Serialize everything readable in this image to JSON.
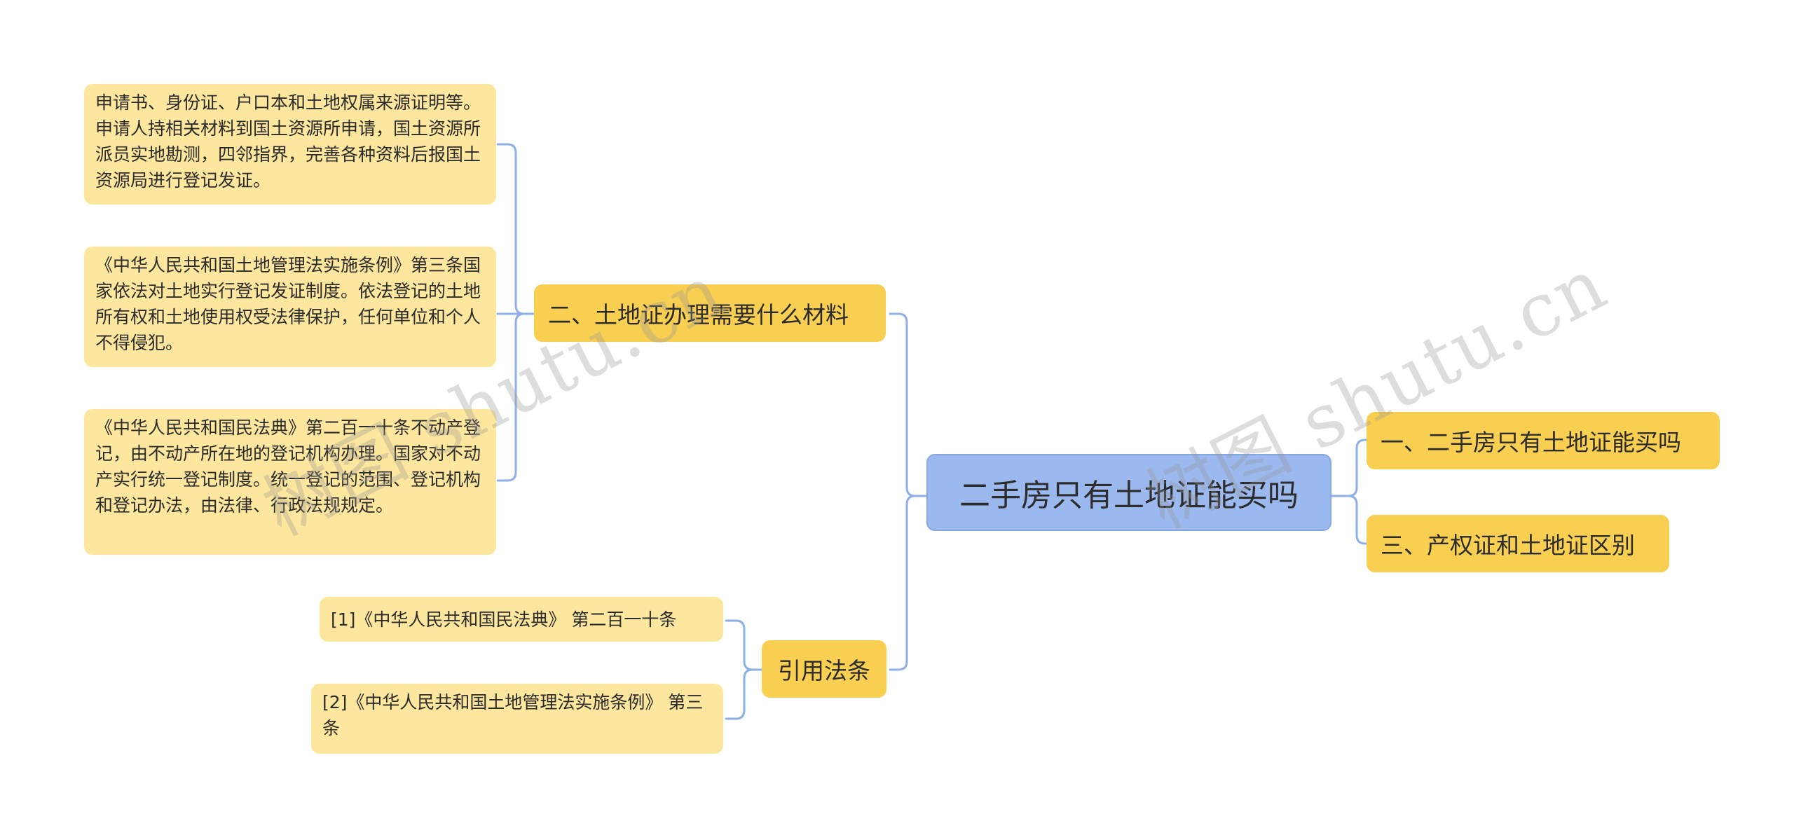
{
  "root": {
    "label": "二手房只有土地证能买吗"
  },
  "branches": {
    "materials": {
      "label": "二、土地证办理需要什么材料"
    },
    "law": {
      "label": "引用法条"
    },
    "right1": {
      "label": "一、二手房只有土地证能买吗"
    },
    "right3": {
      "label": "三、产权证和土地证区别"
    }
  },
  "leaves": {
    "m1": "申请书、身份证、户口本和土地权属来源证明等。申请人持相关材料到国土资源所申请，国土资源所派员实地勘测，四邻指界，完善各种资料后报国土资源局进行登记发证。",
    "m2": "《中华人民共和国土地管理法实施条例》第三条国家依法对土地实行登记发证制度。依法登记的土地所有权和土地使用权受法律保护，任何单位和个人不得侵犯。",
    "m3": "《中华人民共和国民法典》第二百一十条不动产登记，由不动产所在地的登记机构办理。国家对不动产实行统一登记制度。统一登记的范围、登记机构和登记办法，由法律、行政法规规定。",
    "l1": "[1]《中华人民共和国民法典》 第二百一十条",
    "l2": "[2]《中华人民共和国土地管理法实施条例》 第三条"
  },
  "watermark": {
    "left": "树图 shutu.cn",
    "right": "树图 shutu.cn"
  },
  "colors": {
    "root_fill": "#9bb9ef",
    "branch_fill": "#f9cf52",
    "leaf_fill": "#fde69d",
    "connector": "#8fb0e6"
  }
}
